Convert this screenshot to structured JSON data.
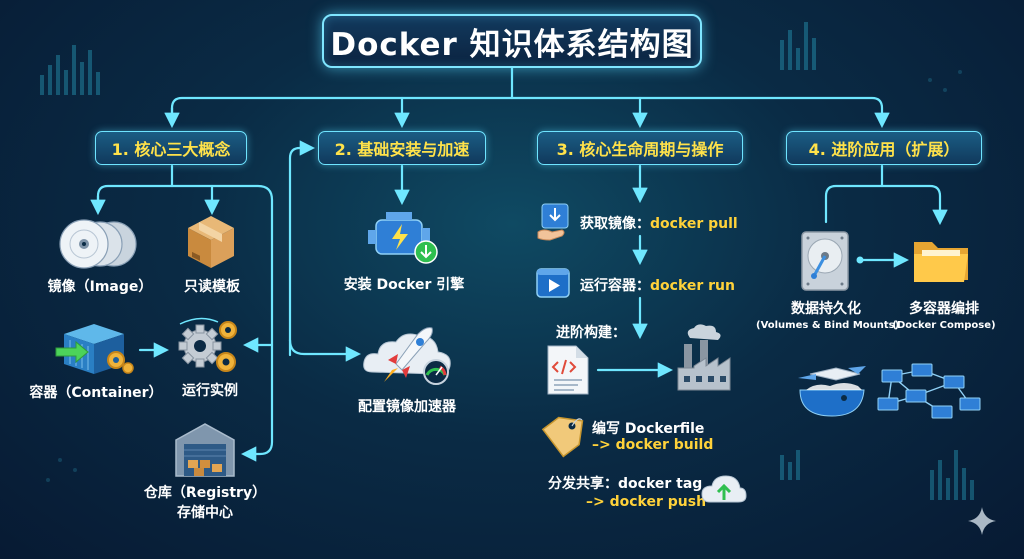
{
  "title": "Docker 知识体系结构图",
  "sections": [
    {
      "label": "1. 核心三大概念"
    },
    {
      "label": "2. 基础安装与加速"
    },
    {
      "label": "3. 核心生命周期与操作"
    },
    {
      "label": "4. 进阶应用（扩展）"
    }
  ],
  "concepts": {
    "image": "镜像（Image）",
    "readonly_template": "只读模板",
    "container": "容器（Container）",
    "running_instance": "运行实例",
    "registry": "仓库（Registry）",
    "storage_center": "存储中心"
  },
  "install": {
    "engine": "安装 Docker 引擎",
    "mirror": "配置镜像加速器"
  },
  "lifecycle": {
    "pull_label": "获取镜像：",
    "pull_cmd": "docker pull",
    "run_label": "运行容器：",
    "run_cmd": "docker run",
    "advanced_build": "进阶构建：",
    "write_dockerfile": "编写 Dockerfile",
    "build_cmd": "–> docker build",
    "share_label": "分发共享：",
    "tag_cmd": "docker tag",
    "push_cmd": "–> docker push"
  },
  "advanced": {
    "persistence": "数据持久化",
    "persistence_sub": "(Volumes & Bind Mounts)",
    "orchestration": "多容器编排",
    "orchestration_sub": "(Docker Compose)"
  }
}
